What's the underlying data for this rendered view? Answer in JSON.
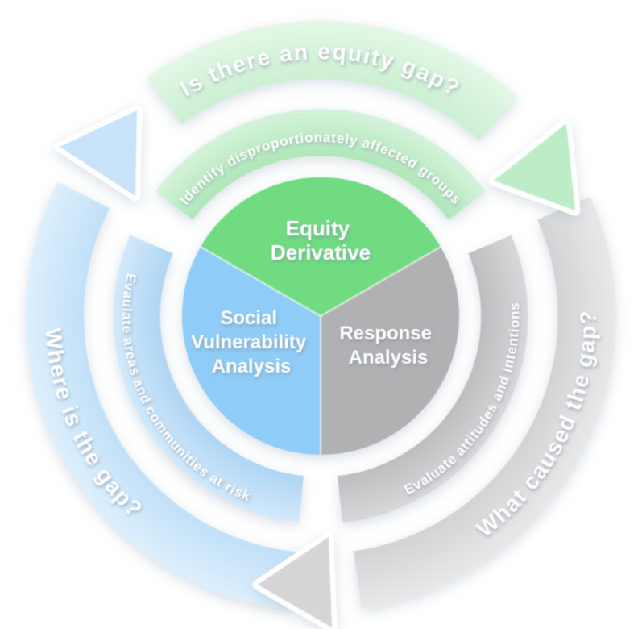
{
  "diagram": {
    "type": "circular-process-cycle",
    "flow_direction": "clockwise",
    "steps": [
      {
        "id": "equity",
        "question": "Is there an equity gap?",
        "action": "Identify disproportionately affected groups",
        "analysis_lines": [
          "Equity",
          "Derivative"
        ],
        "colors": {
          "core": "#6fdb80",
          "middle": "#b2e8bb",
          "outer": "#d8f3dc"
        }
      },
      {
        "id": "response",
        "question": "What caused the gap?",
        "action": "Evaluate attitudes and intentions",
        "analysis_lines": [
          "Response",
          "Analysis"
        ],
        "colors": {
          "core": "#b1b1b3",
          "middle": "#c3c3c5",
          "outer": "#dededf"
        }
      },
      {
        "id": "social",
        "question": "Where is the gap?",
        "action": "Evaulate areas and communities at risk",
        "analysis_lines": [
          "Social",
          "Vulnerability",
          "Analysis"
        ],
        "colors": {
          "core": "#8fccf7",
          "middle": "#b7d9f5",
          "outer": "#cde5f9"
        }
      }
    ],
    "text_color": "#ffffff"
  }
}
